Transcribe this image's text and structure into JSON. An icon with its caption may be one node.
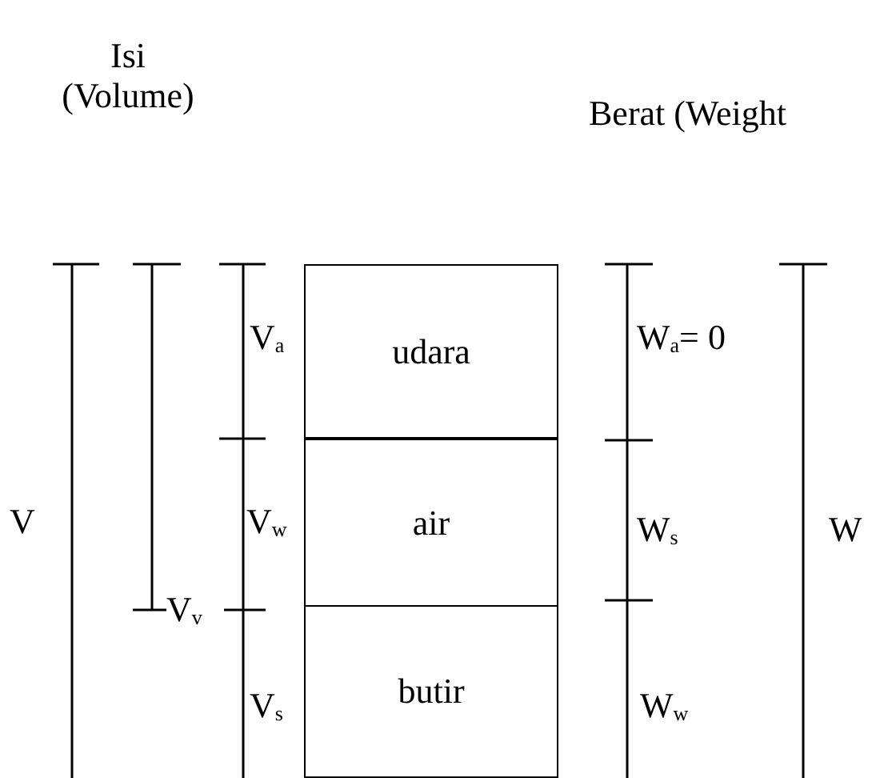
{
  "diagram": {
    "nodes": [
      {
        "text": [
          "udara"
        ]
      },
      {
        "text": [
          "air"
        ]
      },
      {
        "text": [
          "butir"
        ]
      }
    ],
    "labels": [
      "Isi (Volume)",
      "Berat (Weight",
      "V$_{a}$",
      "W$_{a}$= 0",
      "V",
      "V$_{w}$",
      "W$_{s}$",
      "W",
      "V$_{v}$",
      "V$_{s}$",
      "W$_{w}$"
    ]
  }
}
